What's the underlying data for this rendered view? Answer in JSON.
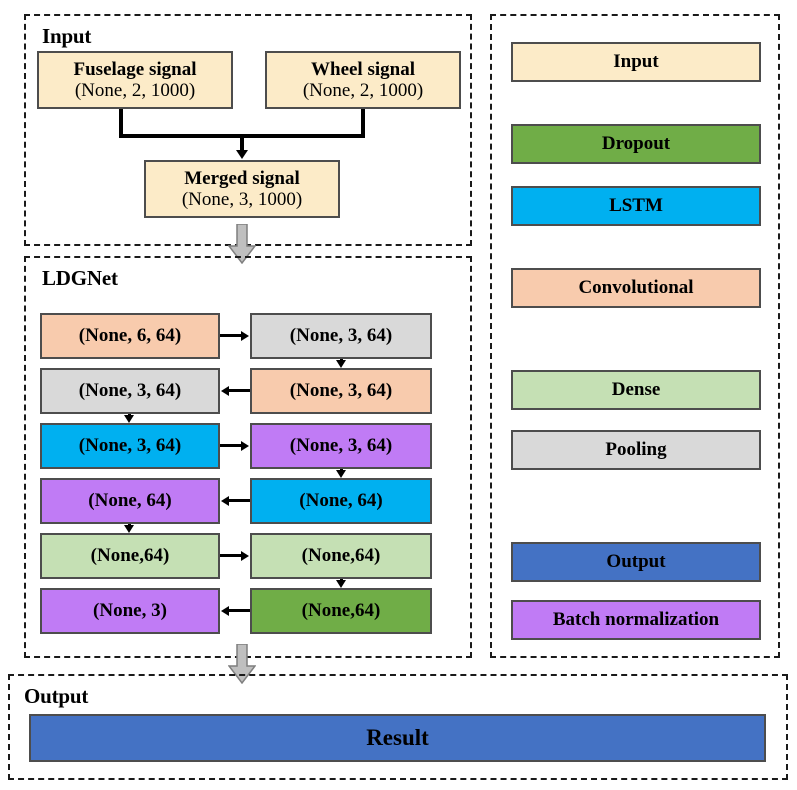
{
  "diagram": {
    "title": "LDGNet architecture block diagram",
    "type": "flowchart"
  },
  "sections": {
    "input": {
      "title": "Input",
      "boxes": [
        {
          "name": "fuselage-signal",
          "line1": "Fuselage signal",
          "line2": "(None, 2, 1000)",
          "color": "#FCEBC8"
        },
        {
          "name": "wheel-signal",
          "line1": "Wheel signal",
          "line2": "(None, 2, 1000)",
          "color": "#FCEBC8"
        },
        {
          "name": "merged-signal",
          "line1": "Merged signal",
          "line2": "(None, 3, 1000)",
          "color": "#FCEBC8"
        }
      ]
    },
    "ldgnet": {
      "title": "LDGNet",
      "left_column": [
        {
          "name": "ldg-l1",
          "label": "(None, 6, 64)",
          "color": "#F8CBAD",
          "layer": "Convolutional"
        },
        {
          "name": "ldg-l2",
          "label": "(None, 3, 64)",
          "color": "#D9D9D9",
          "layer": "Pooling"
        },
        {
          "name": "ldg-l3",
          "label": "(None, 3, 64)",
          "color": "#00B0F0",
          "layer": "LSTM"
        },
        {
          "name": "ldg-l4",
          "label": "(None, 64)",
          "color": "#C07BF5",
          "layer": "Batch normalization"
        },
        {
          "name": "ldg-l5",
          "label": "(None,64)",
          "color": "#C5E0B4",
          "layer": "Dense"
        },
        {
          "name": "ldg-l6",
          "label": "(None, 3)",
          "color": "#C07BF5",
          "layer": "Batch normalization"
        }
      ],
      "right_column": [
        {
          "name": "ldg-r1",
          "label": "(None, 3, 64)",
          "color": "#D9D9D9",
          "layer": "Pooling"
        },
        {
          "name": "ldg-r2",
          "label": "(None, 3, 64)",
          "color": "#F8CBAD",
          "layer": "Convolutional"
        },
        {
          "name": "ldg-r3",
          "label": "(None, 3, 64)",
          "color": "#C07BF5",
          "layer": "Batch normalization"
        },
        {
          "name": "ldg-r4",
          "label": "(None, 64)",
          "color": "#00B0F0",
          "layer": "LSTM"
        },
        {
          "name": "ldg-r5",
          "label": "(None,64)",
          "color": "#C5E0B4",
          "layer": "Dense"
        },
        {
          "name": "ldg-r6",
          "label": "(None,64)",
          "color": "#70AD47",
          "layer": "Dropout"
        }
      ]
    },
    "output": {
      "title": "Output",
      "result_label": "Result",
      "result_color": "#4472C4"
    }
  },
  "legend": {
    "items": [
      {
        "label": "Input",
        "color": "#FCEBC8"
      },
      {
        "label": "Dropout",
        "color": "#70AD47"
      },
      {
        "label": "LSTM",
        "color": "#00B0F0"
      },
      {
        "label": "Convolutional",
        "color": "#F8CBAD"
      },
      {
        "label": "Dense",
        "color": "#C5E0B4"
      },
      {
        "label": "Pooling",
        "color": "#D9D9D9"
      },
      {
        "label": "Output",
        "color": "#4472C4"
      },
      {
        "label": "Batch normalization",
        "color": "#C07BF5"
      }
    ]
  },
  "connectors": {
    "input_to_ldgnet": "block-arrow-down",
    "ldgnet_to_output": "block-arrow-down"
  }
}
